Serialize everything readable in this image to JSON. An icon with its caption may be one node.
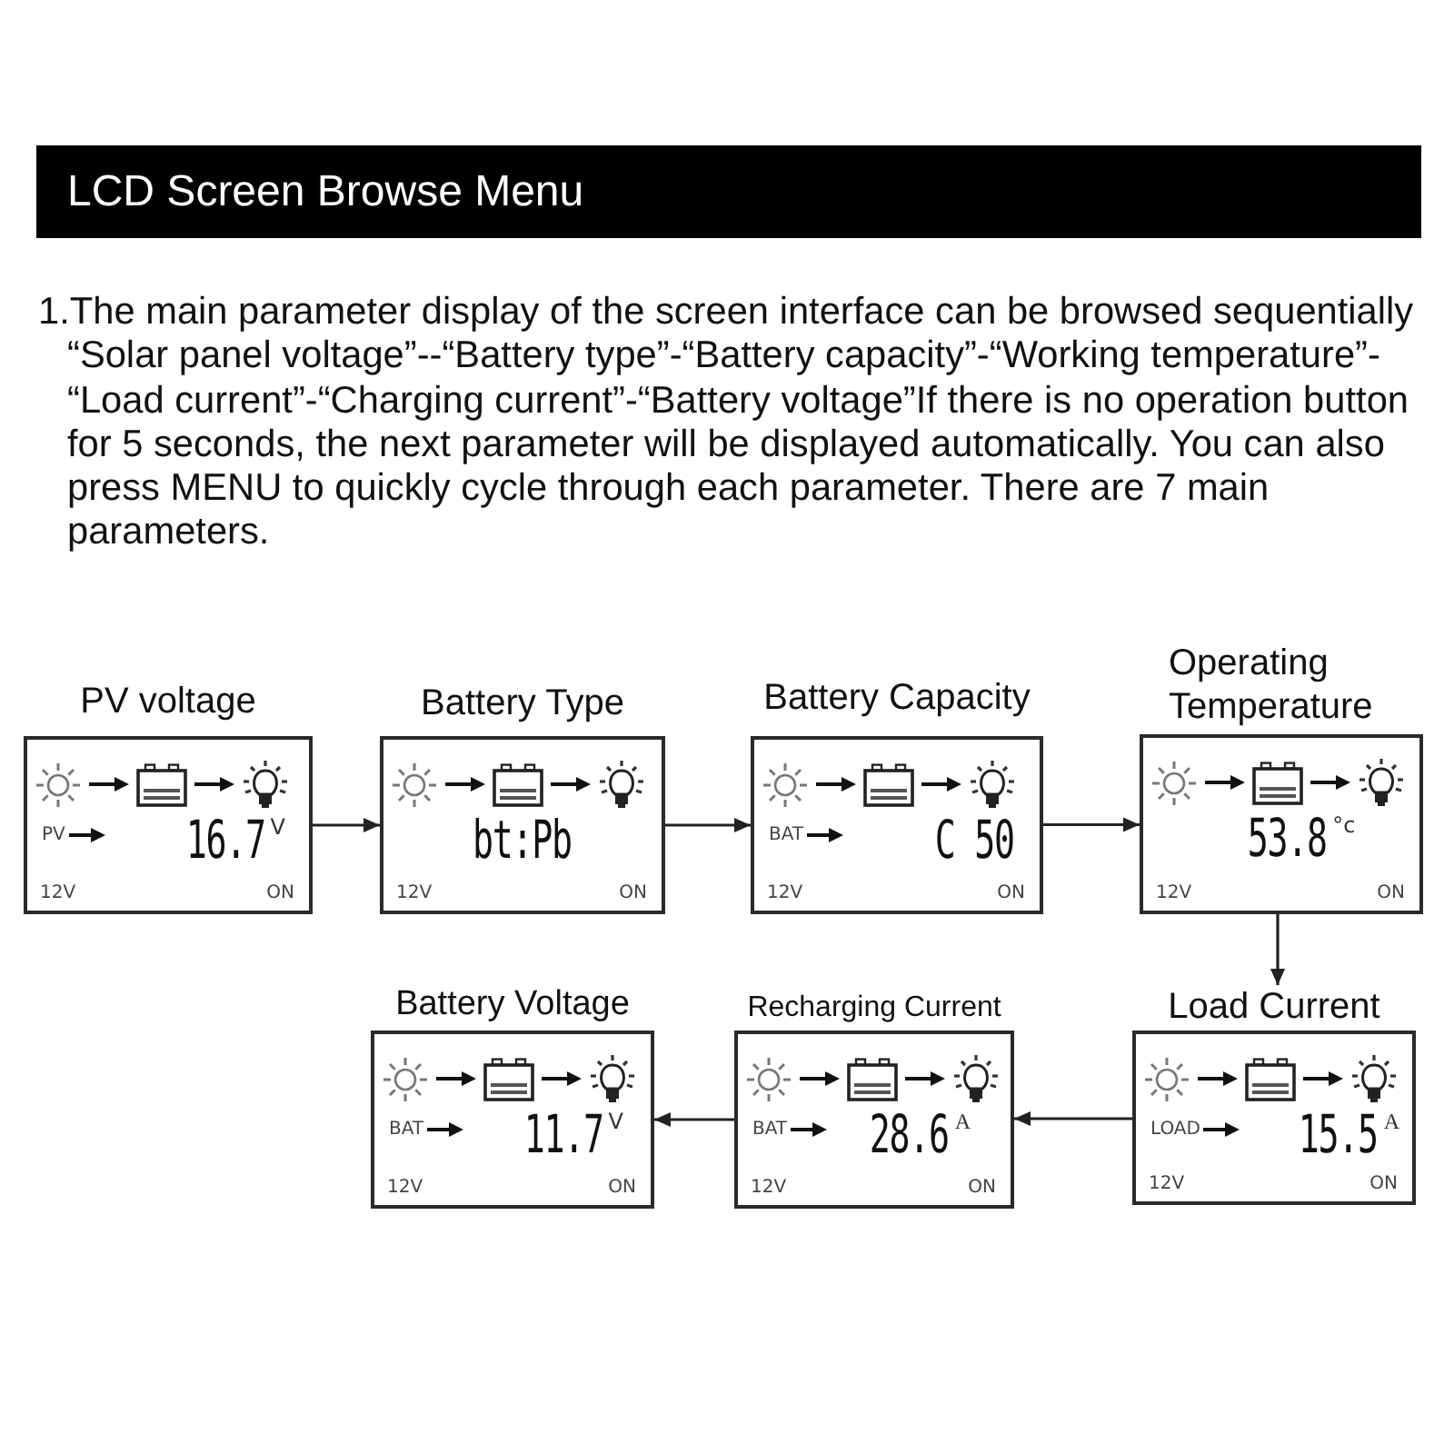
{
  "diagram": {
    "title": "LCD Screen Browse Menu",
    "nodes": [
      {
        "text": [
          "PV voltage",
          "PV",
          "16.7",
          "V",
          "12V",
          "ON"
        ]
      },
      {
        "text": [
          "Battery Type",
          "bt:Pb",
          "12V",
          "ON"
        ]
      },
      {
        "text": [
          "Battery Capacity",
          "BAT",
          "C 50",
          "12V",
          "ON"
        ]
      },
      {
        "text": [
          "Operating Temperature",
          "53.8",
          "°c",
          "12V",
          "ON"
        ]
      },
      {
        "text": [
          "Battery Voltage",
          "BAT",
          "11.7",
          "V",
          "12V",
          "ON"
        ]
      },
      {
        "text": [
          "Recharging Current",
          "BAT",
          "28.6",
          "A",
          "12V",
          "ON"
        ]
      },
      {
        "text": [
          "Load Current",
          "LOAD",
          "15.5",
          "A",
          "12V",
          "ON"
        ]
      }
    ],
    "edges": [
      {
        "from": 0,
        "to": 1,
        "arrow": "to"
      },
      {
        "from": 1,
        "to": 2,
        "arrow": "to"
      },
      {
        "from": 2,
        "to": 3,
        "arrow": "to"
      },
      {
        "from": 3,
        "to": 6,
        "arrow": "to"
      },
      {
        "from": 6,
        "to": 5,
        "arrow": "to"
      },
      {
        "from": 5,
        "to": 4,
        "arrow": "to"
      }
    ],
    "labels": [
      "1.The main parameter display of the screen interface can be browsed sequentially “Solar panel voltage”--“Battery type”-“Battery capacity”-“Working temperature”- “Load current”-“Charging current”-“Battery voltage”If there is no operation button for 5 seconds, the next parameter will be displayed automatically. You can also press MENU to quickly cycle through each parameter. There are 7 main parameters."
    ]
  }
}
